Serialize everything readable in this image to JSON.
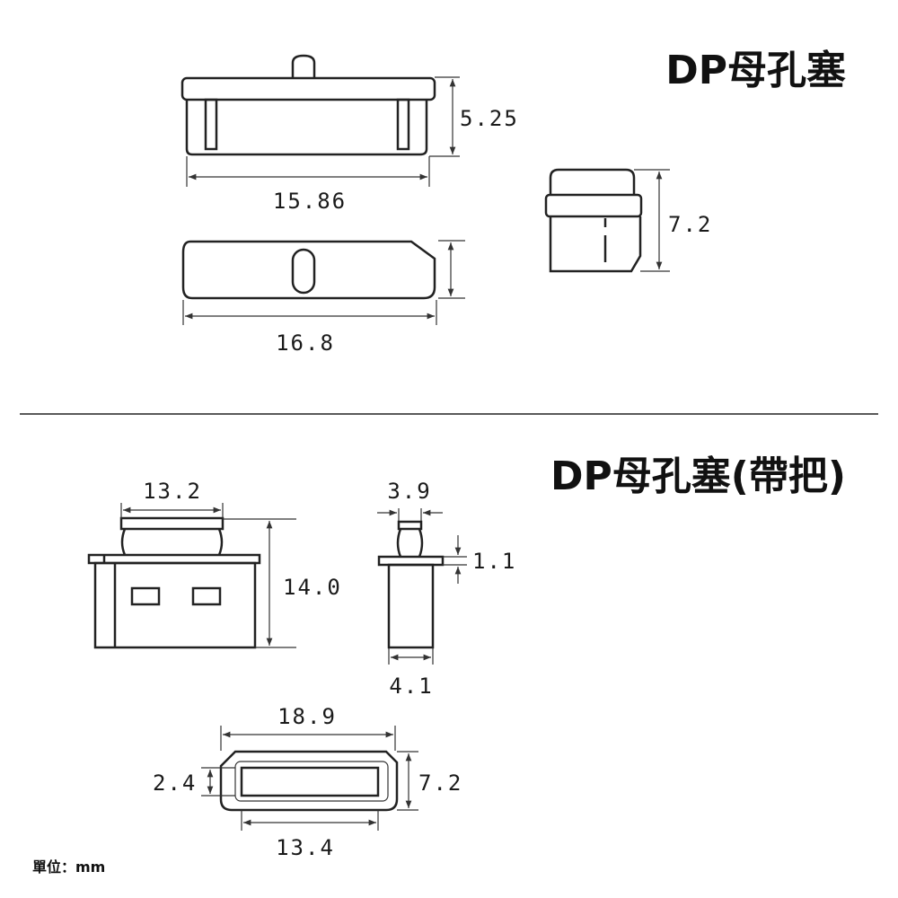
{
  "section_top": {
    "title": "DP母孔塞",
    "dims": {
      "height_front": "5.25",
      "width_front": "15.86",
      "width_top": "16.8",
      "height_side": "7.2"
    }
  },
  "section_bottom": {
    "title": "DP母孔塞(帶把)",
    "dims": {
      "handle_width": "13.2",
      "total_height": "14.0",
      "side_top_width": "3.9",
      "flange_thickness": "1.1",
      "side_body_width": "4.1",
      "outer_width": "18.9",
      "outer_height": "7.2",
      "inner_height": "2.4",
      "inner_width": "13.4"
    }
  },
  "unit_label": "單位：mm"
}
